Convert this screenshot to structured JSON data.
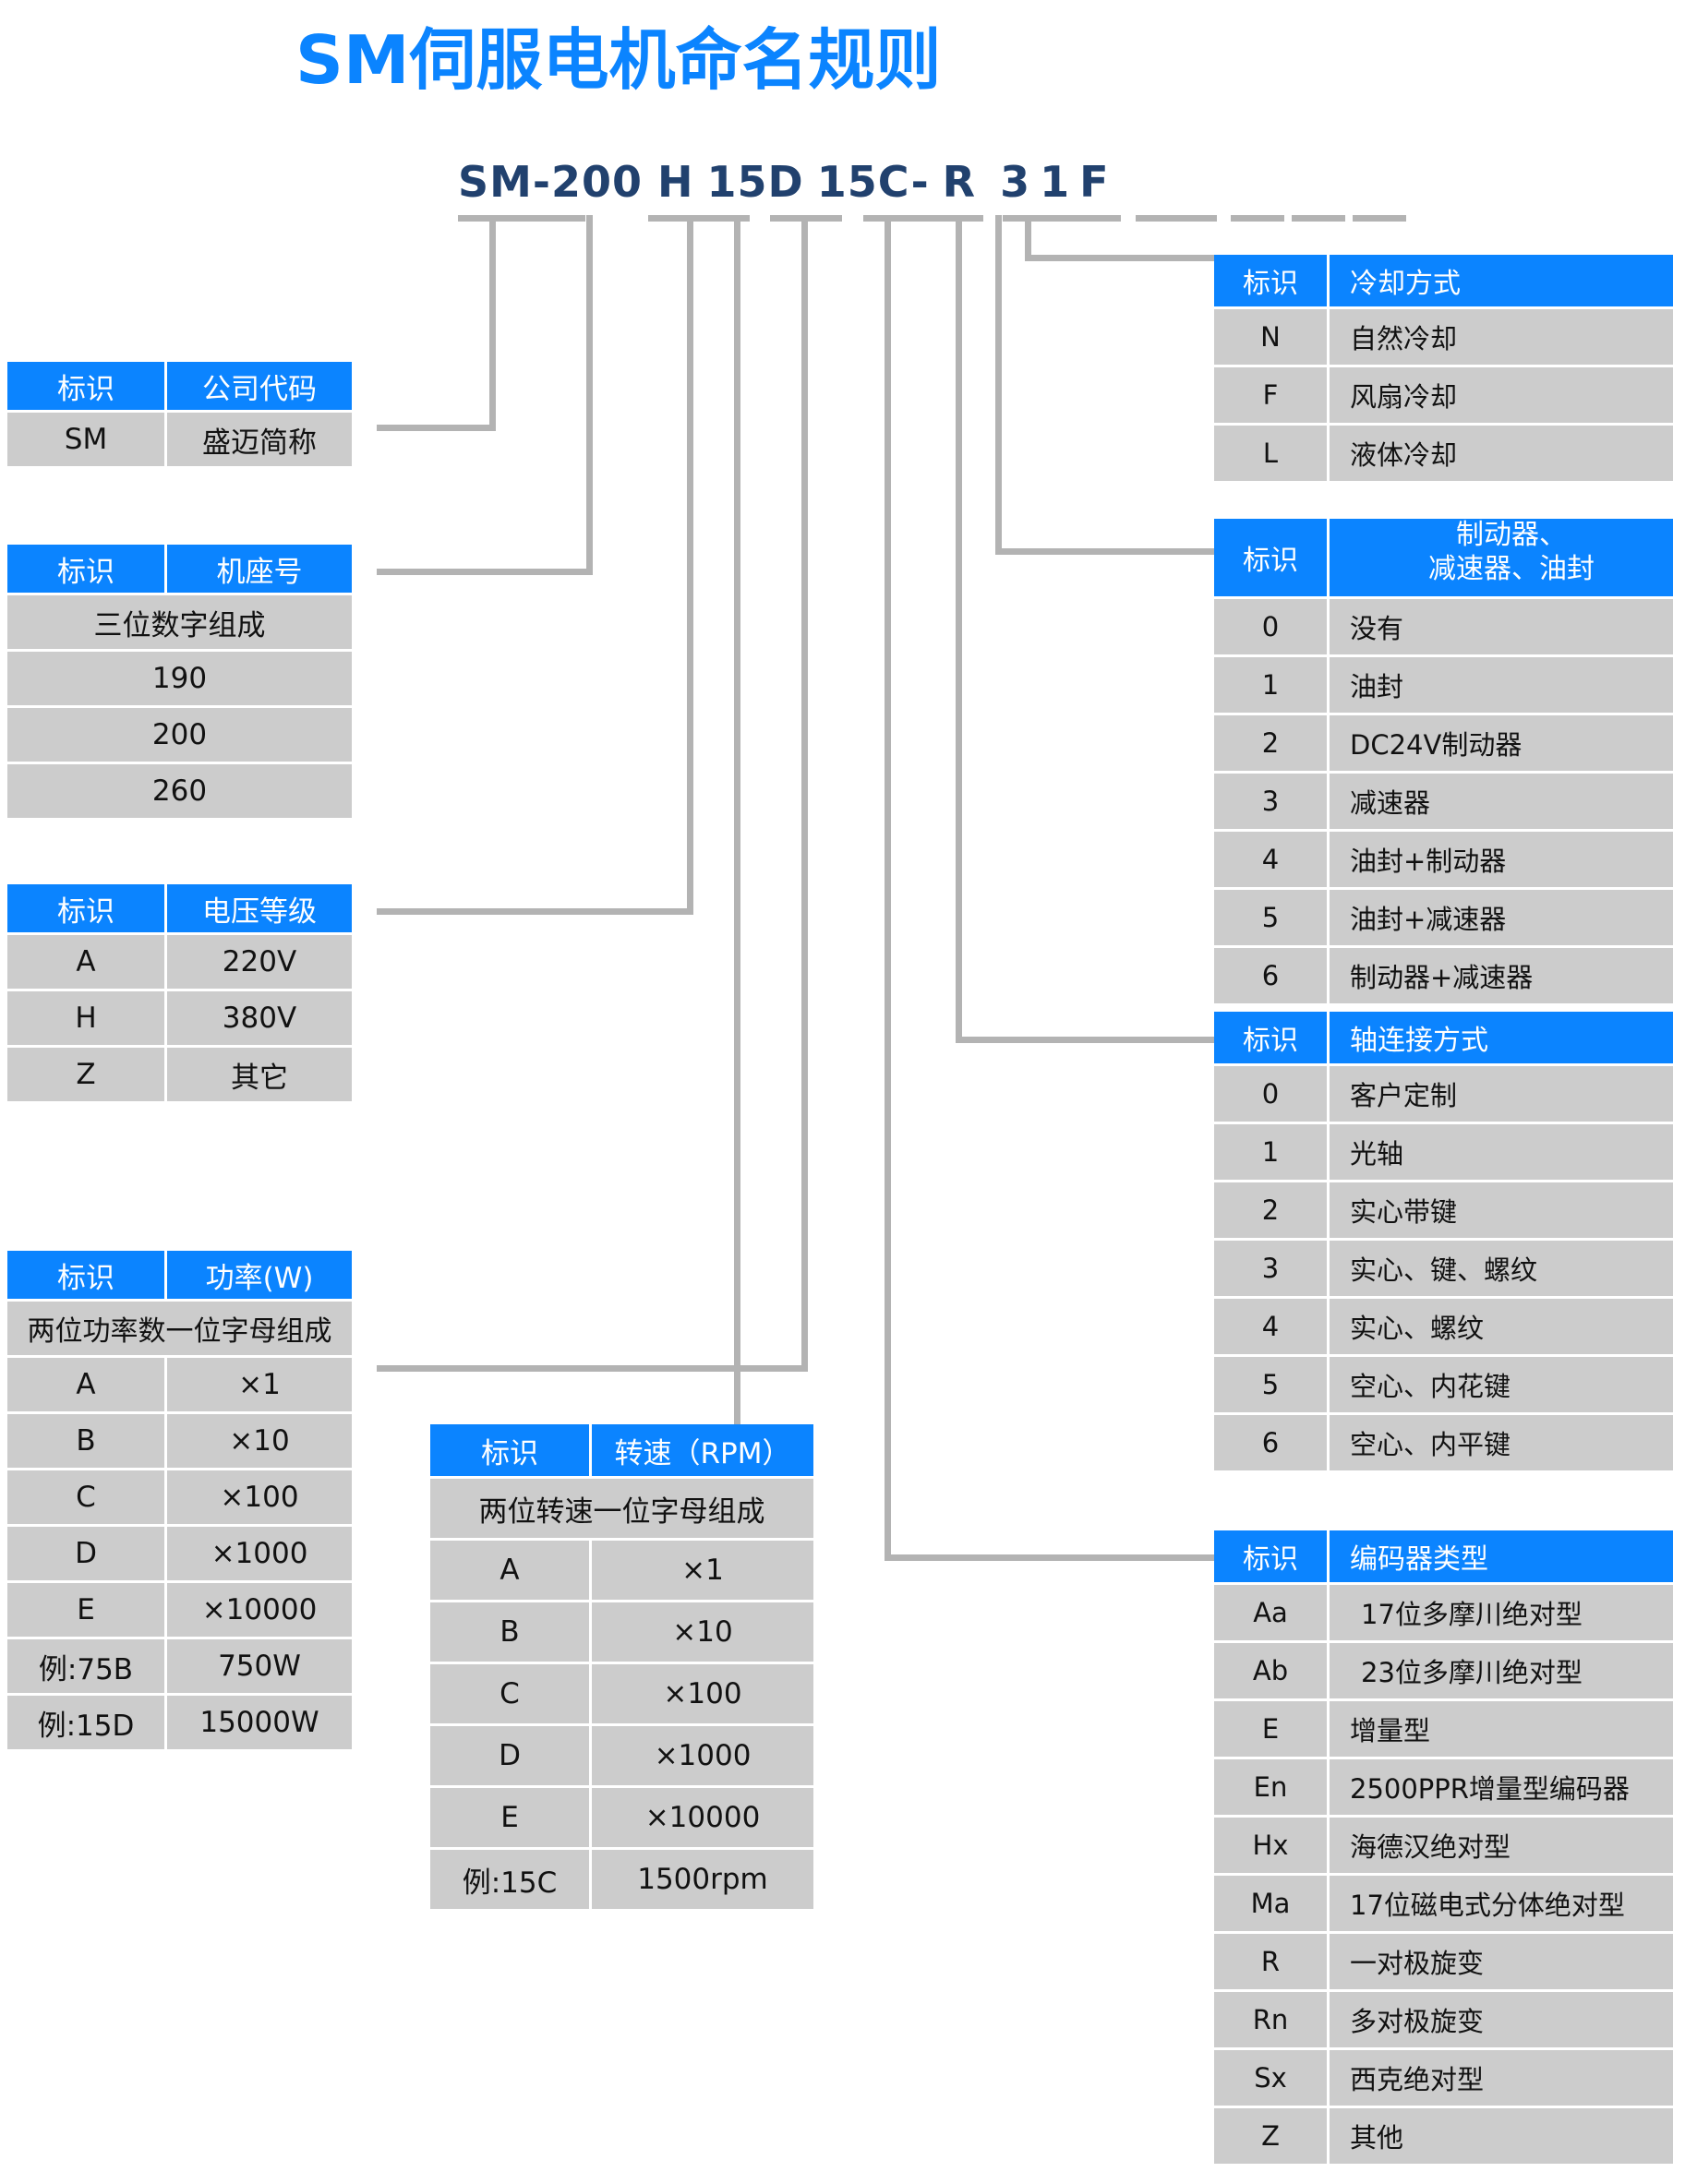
{
  "title": "SM伺服电机命名规则",
  "colors": {
    "accent": "#0b84ff",
    "row": "#cccccc",
    "code": "#21416e",
    "leader": "#b3b3b3"
  },
  "code": {
    "segments": [
      "SM-200",
      "H",
      "15D",
      "15C-",
      "R",
      "3",
      "1",
      "F"
    ],
    "full": "SM-200 H 15D 15C- R  3 1 F"
  },
  "common": {
    "id_header": "标识"
  },
  "tables": {
    "company": {
      "header_id": "标识",
      "header_val": "公司代码",
      "rows": [
        {
          "id": "SM",
          "val": "盛迈简称"
        }
      ]
    },
    "frame": {
      "header_id": "标识",
      "header_val": "机座号",
      "note": "三位数字组成",
      "rows": [
        {
          "val": "190"
        },
        {
          "val": "200"
        },
        {
          "val": "260"
        }
      ]
    },
    "voltage": {
      "header_id": "标识",
      "header_val": "电压等级",
      "rows": [
        {
          "id": "A",
          "val": "220V"
        },
        {
          "id": "H",
          "val": "380V"
        },
        {
          "id": "Z",
          "val": "其它"
        }
      ]
    },
    "power": {
      "header_id": "标识",
      "header_val": "功率(W)",
      "note": "两位功率数一位字母组成",
      "rows": [
        {
          "id": "A",
          "val": "×1"
        },
        {
          "id": "B",
          "val": "×10"
        },
        {
          "id": "C",
          "val": "×100"
        },
        {
          "id": "D",
          "val": "×1000"
        },
        {
          "id": "E",
          "val": "×10000"
        },
        {
          "id": "例:75B",
          "val": "750W"
        },
        {
          "id": "例:15D",
          "val": "15000W"
        }
      ]
    },
    "rpm": {
      "header_id": "标识",
      "header_val": "转速（RPM）",
      "note": "两位转速一位字母组成",
      "rows": [
        {
          "id": "A",
          "val": "×1"
        },
        {
          "id": "B",
          "val": "×10"
        },
        {
          "id": "C",
          "val": "×100"
        },
        {
          "id": "D",
          "val": "×1000"
        },
        {
          "id": "E",
          "val": "×10000"
        },
        {
          "id": "例:15C",
          "val": "1500rpm"
        }
      ]
    },
    "cooling": {
      "header_id": "标识",
      "header_val": "冷却方式",
      "rows": [
        {
          "id": "N",
          "val": "自然冷却"
        },
        {
          "id": "F",
          "val": "风扇冷却"
        },
        {
          "id": "L",
          "val": "液体冷却"
        }
      ]
    },
    "brake": {
      "header_id": "标识",
      "header_val_line1": "制动器、",
      "header_val_line2": "减速器、油封",
      "rows": [
        {
          "id": "0",
          "val": "没有"
        },
        {
          "id": "1",
          "val": "油封"
        },
        {
          "id": "2",
          "val": "DC24V制动器"
        },
        {
          "id": "3",
          "val": "减速器"
        },
        {
          "id": "4",
          "val": "油封+制动器"
        },
        {
          "id": "5",
          "val": "油封+减速器"
        },
        {
          "id": "6",
          "val": "制动器+减速器"
        }
      ]
    },
    "shaft": {
      "header_id": "标识",
      "header_val": "轴连接方式",
      "rows": [
        {
          "id": "0",
          "val": "客户定制"
        },
        {
          "id": "1",
          "val": "光轴"
        },
        {
          "id": "2",
          "val": "实心带键"
        },
        {
          "id": "3",
          "val": "实心、键、螺纹"
        },
        {
          "id": "4",
          "val": "实心、螺纹"
        },
        {
          "id": "5",
          "val": "空心、内花键"
        },
        {
          "id": "6",
          "val": "空心、内平键"
        }
      ]
    },
    "encoder": {
      "header_id": "标识",
      "header_val": "编码器类型",
      "rows": [
        {
          "id": "Aa",
          "val": "17位多摩川绝对型"
        },
        {
          "id": "Ab",
          "val": "23位多摩川绝对型"
        },
        {
          "id": "E",
          "val": "增量型"
        },
        {
          "id": "En",
          "val": "2500PPR增量型编码器"
        },
        {
          "id": "Hx",
          "val": "海德汉绝对型"
        },
        {
          "id": "Ma",
          "val": "17位磁电式分体绝对型"
        },
        {
          "id": "R",
          "val": "一对极旋变"
        },
        {
          "id": "Rn",
          "val": "多对极旋变"
        },
        {
          "id": "Sx",
          "val": "西克绝对型"
        },
        {
          "id": "Z",
          "val": "其他"
        }
      ]
    }
  }
}
